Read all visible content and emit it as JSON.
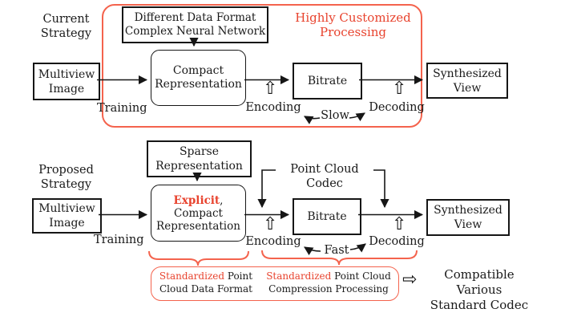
{
  "glyphs": {
    "up_arrow": "⇧",
    "right_arrow": "⇨"
  },
  "current": {
    "strategy_label": "Current Strategy",
    "processing_note": "Highly Customized Processing",
    "nn_box": {
      "line1": "Different Data Format",
      "line2": "Complex Neural Network"
    },
    "multiview_box": "Multiview Image",
    "compact_box": {
      "line1": "Compact",
      "line2": "Representation"
    },
    "bitrate_box": "Bitrate",
    "synthesized_box": "Synthesized View",
    "training_label": "Training",
    "encoding_label": "Encoding",
    "decoding_label": "Decoding",
    "speed_label": "Slow"
  },
  "proposed": {
    "strategy_label": "Proposed Strategy",
    "sparse_box": {
      "line1": "Sparse",
      "line2": "Representation"
    },
    "multiview_box": "Multiview Image",
    "explicit_box": {
      "line1_red": "Explicit",
      "line1_rest": ",",
      "line2": "Compact",
      "line3": "Representation"
    },
    "codec_label": "Point Cloud Codec",
    "bitrate_box": "Bitrate",
    "synthesized_box": "Synthesized View",
    "training_label": "Training",
    "encoding_label": "Encoding",
    "decoding_label": "Decoding",
    "speed_label": "Fast",
    "left_note": {
      "red": "Standardized",
      "rest": " Point",
      "line2": "Cloud Data Format"
    },
    "right_note": {
      "red": "Standardized",
      "rest": " Point Cloud",
      "line2": "Compression Processing"
    },
    "compat_note": {
      "line1": "Compatible Various",
      "line2": "Standard Codec"
    }
  },
  "colors": {
    "red_border": "#f4634d",
    "red_text": "#e8432e",
    "line": "#161616"
  }
}
